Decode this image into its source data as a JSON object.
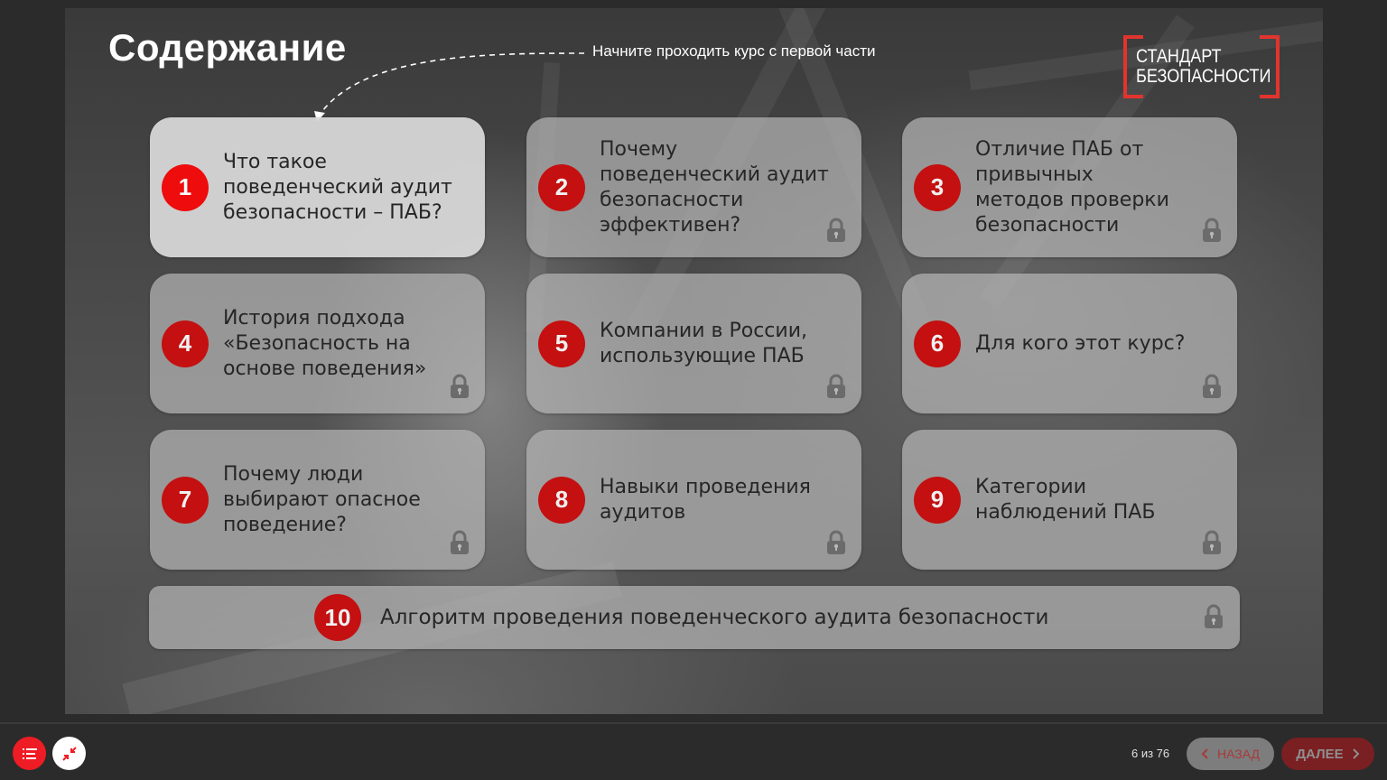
{
  "slide": {
    "title": "Содержание",
    "hint": "Начните проходить курс с первой части",
    "logo": {
      "line1": "СТАНДАРТ",
      "line2": "БЕЗОПАСНОСТИ",
      "bracket_color": "#e2342e"
    }
  },
  "sections": [
    {
      "number": "1",
      "title": "Что такое поведенческий аудит безопасности – ПАБ?",
      "locked": false,
      "active": true
    },
    {
      "number": "2",
      "title": "Почему поведенческий аудит безопасности эффективен?",
      "locked": true
    },
    {
      "number": "3",
      "title": "Отличие ПАБ от привычных методов проверки безопасности",
      "locked": true
    },
    {
      "number": "4",
      "title": "История подхода «Безопасность на основе поведения»",
      "locked": true
    },
    {
      "number": "5",
      "title": "Компании в России, использующие ПАБ",
      "locked": true
    },
    {
      "number": "6",
      "title": "Для кого этот курс?",
      "locked": true
    },
    {
      "number": "7",
      "title": "Почему люди выбирают опасное поведение?",
      "locked": true
    },
    {
      "number": "8",
      "title": "Навыки проведения аудитов",
      "locked": true
    },
    {
      "number": "9",
      "title": "Категории наблюдений ПАБ",
      "locked": true
    },
    {
      "number": "10",
      "title": "Алгоритм проведения поведенческого аудита безопасности",
      "locked": true
    }
  ],
  "player": {
    "menu_icon": "list-icon",
    "collapse_icon": "collapse-arrows-icon",
    "counter": "6 из 76",
    "prev_label": "НАЗАД",
    "next_label": "ДАЛЕЕ",
    "accent_color": "#ee1c24"
  }
}
